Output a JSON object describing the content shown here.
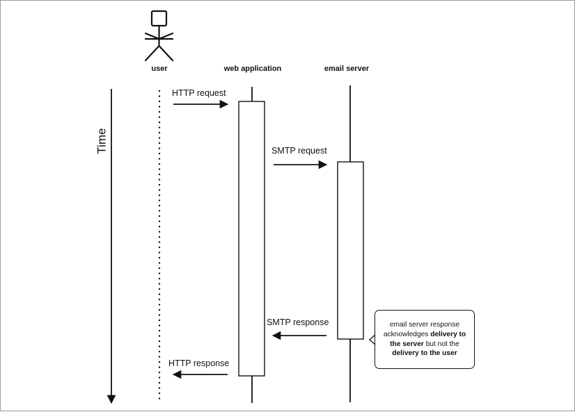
{
  "actors": {
    "user": "user",
    "web_application": "web application",
    "email_server": "email server"
  },
  "time_label": "Time",
  "messages": {
    "http_request": "HTTP request",
    "smtp_request": "SMTP request",
    "smtp_response": "SMTP response",
    "http_response": "HTTP response"
  },
  "note": {
    "text1": "email server response acknowledges ",
    "bold1": "delivery to the server",
    "text2": " but not the ",
    "bold2": "delivery to the user"
  }
}
